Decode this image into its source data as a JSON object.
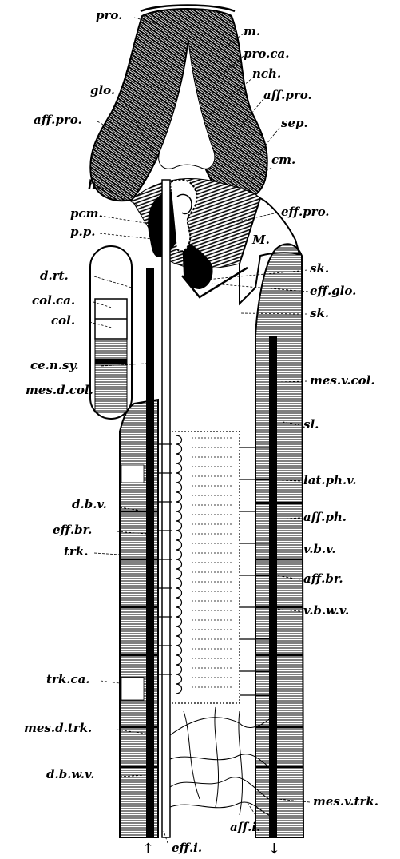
{
  "labels": {
    "pro": "pro.",
    "m": "m.",
    "pro_ca": "pro.ca.",
    "nch": "nch.",
    "glo": "glo.",
    "aff_pro_r": "aff.pro.",
    "aff_pro_l": "aff.pro.",
    "sep": "sep.",
    "cm": "cm.",
    "h": "h.",
    "eff_pro": "eff.pro.",
    "pcm": "pcm.",
    "M": "M.",
    "p_p": "p.p.",
    "d_rt": "d.rt.",
    "sk": "sk.",
    "eff_glo": "eff.glo.",
    "col_ca": "col.ca.",
    "sk2": "sk.",
    "col": "col.",
    "ce_n_sy": "ce.n.sy.",
    "mes_v_col": "mes.v.col.",
    "mes_d_col": "mes.d.col.",
    "sl": "sl.",
    "lat_ph_v": "lat.ph.v.",
    "d_b_v": "d.b.v.",
    "aff_ph": "aff.ph.",
    "eff_br": "eff.br.",
    "v_b_v": "v.b.v.",
    "trk": "trk.",
    "aff_br": "aff.br.",
    "v_b_w_v": "v.b.w.v.",
    "trk_ca": "trk.ca.",
    "mes_d_trk": "mes.d.trk.",
    "d_b_w_v": "d.b.w.v.",
    "mes_v_trk": "mes.v.trk.",
    "aff_i": "aff.i.",
    "eff_i": "eff.i."
  },
  "arrows": {
    "left": "↑",
    "right": "↓"
  },
  "colors": {
    "ink": "#000000",
    "paper": "#ffffff"
  }
}
